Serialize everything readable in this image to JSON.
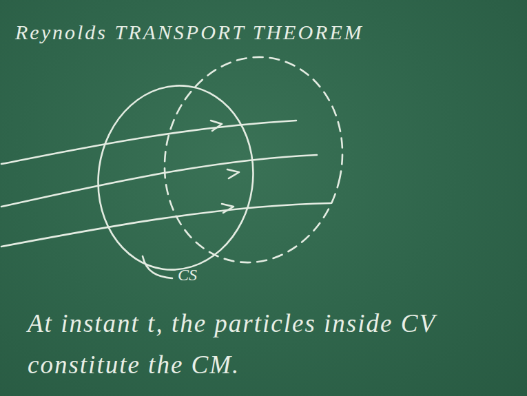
{
  "diagram": {
    "title": "Reynolds TRANSPORT THEOREM",
    "labels": [
      "CS",
      "At instant t, the particles inside CV constitute the CM."
    ]
  }
}
